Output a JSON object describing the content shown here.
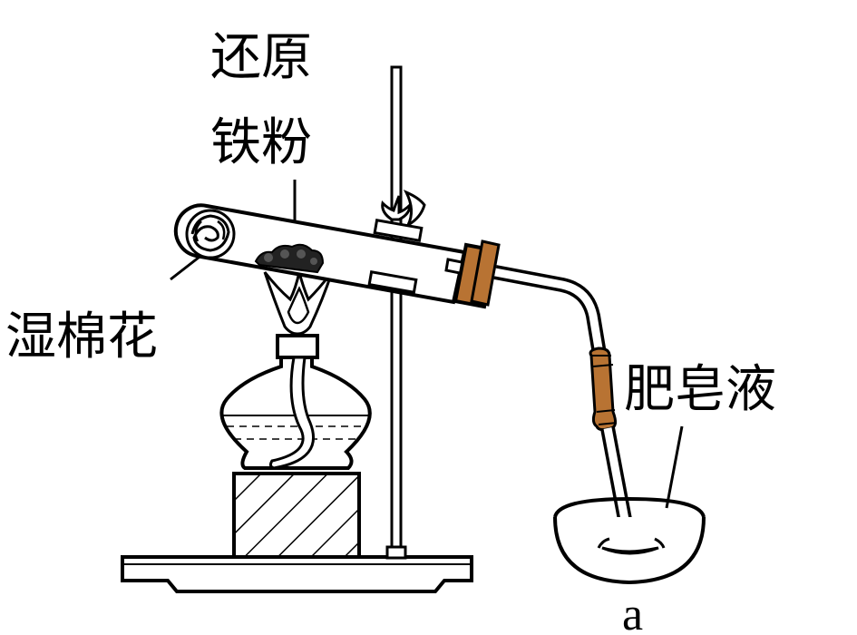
{
  "labels": {
    "reduced_iron_line1": "还原",
    "reduced_iron_line2": "铁粉",
    "wet_cotton": "湿棉花",
    "soap_solution": "肥皂液",
    "dish_marker": "a"
  },
  "colors": {
    "stroke": "#000000",
    "rubber": "#b87333",
    "background": "#ffffff"
  }
}
